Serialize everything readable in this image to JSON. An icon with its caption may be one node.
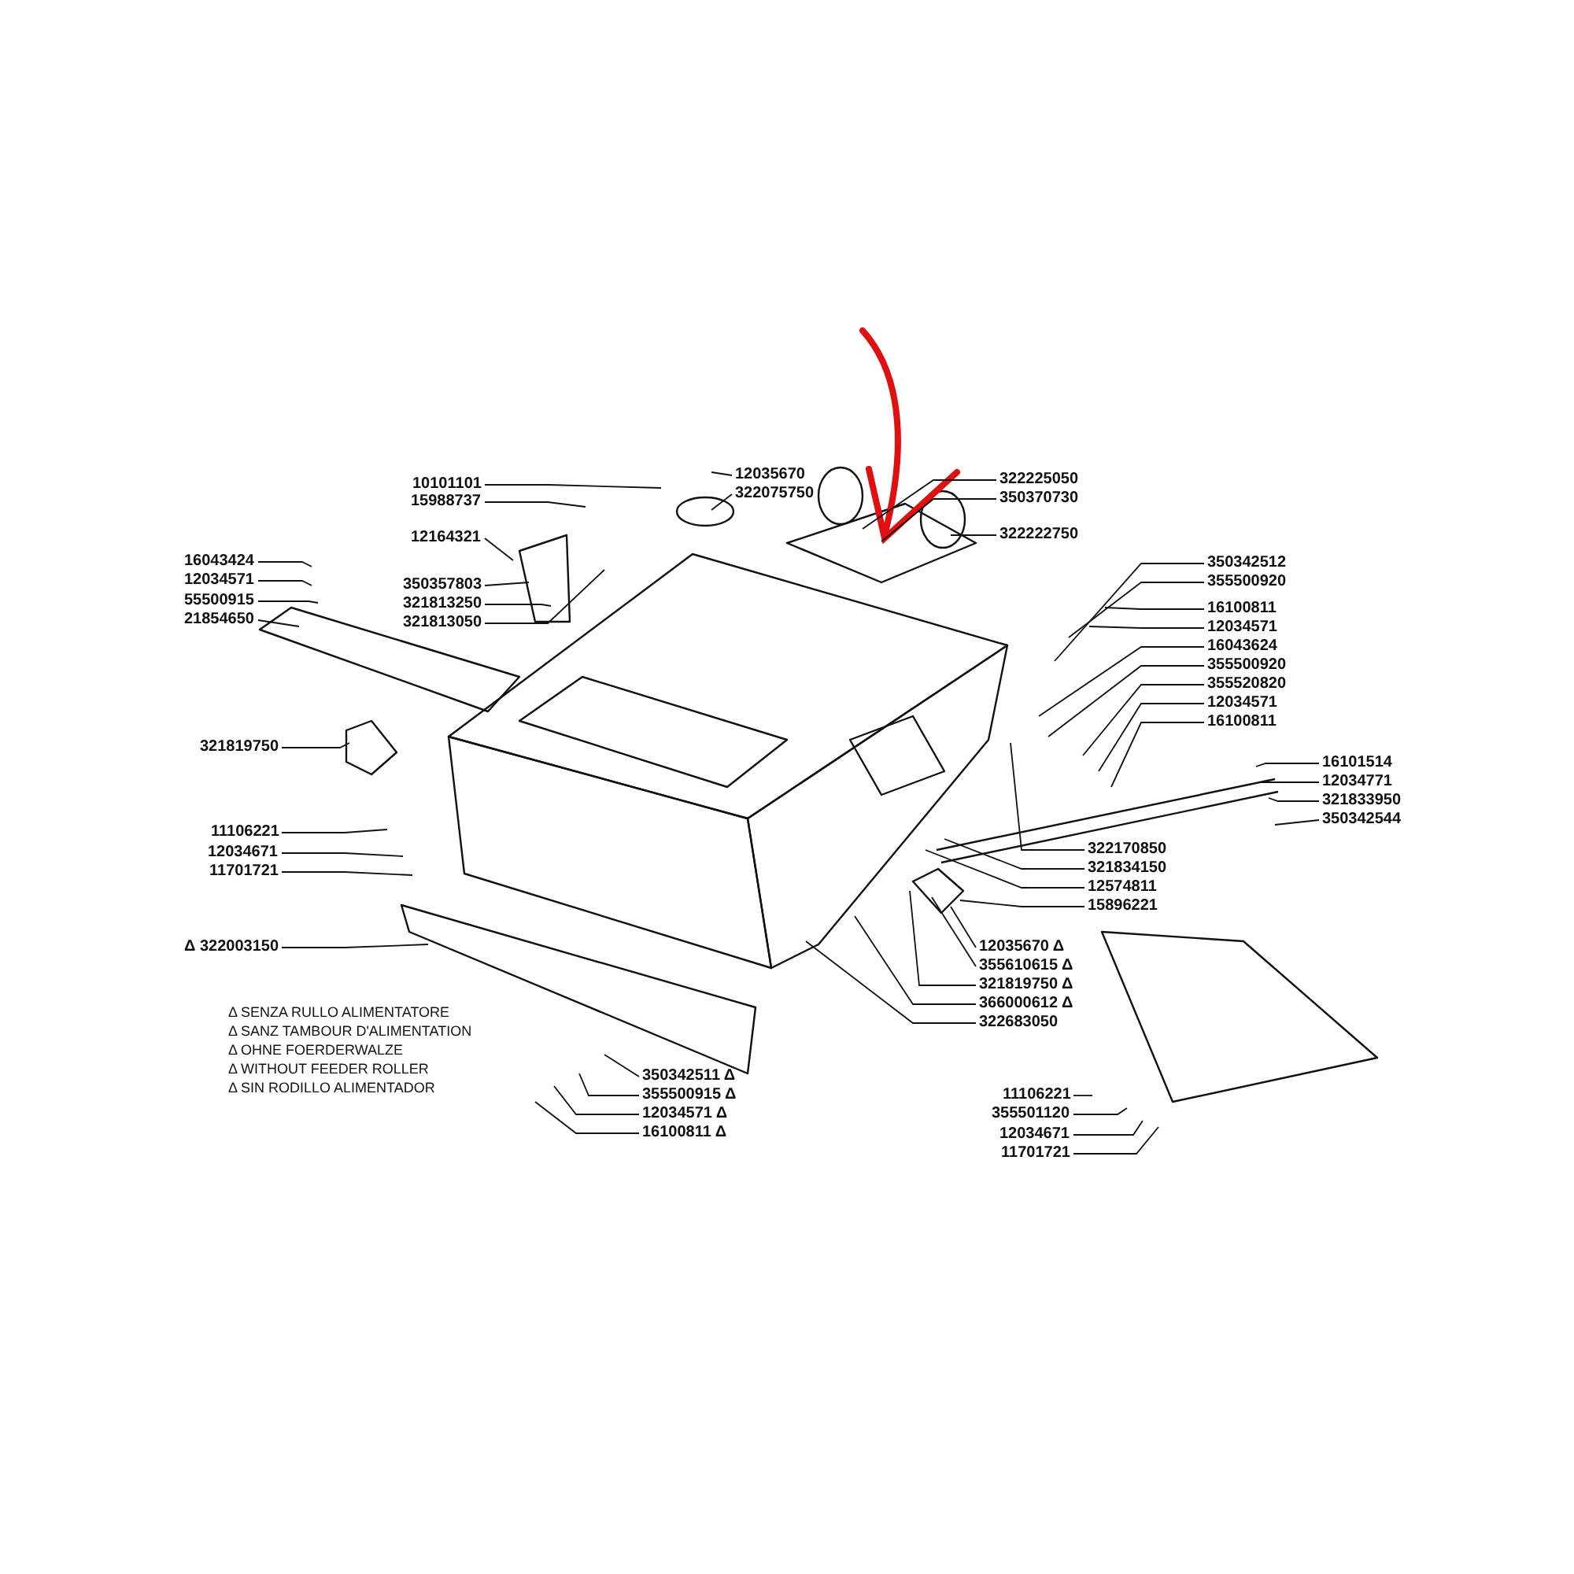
{
  "diagram": {
    "nodes": [
      {
        "text": [
          "10101101"
        ]
      },
      {
        "text": [
          "15988737"
        ]
      },
      {
        "text": [
          "12164321"
        ]
      },
      {
        "text": [
          "350357803"
        ]
      },
      {
        "text": [
          "321813250"
        ]
      },
      {
        "text": [
          "321813050"
        ]
      },
      {
        "text": [
          "16043424"
        ]
      },
      {
        "text": [
          "12034571"
        ]
      },
      {
        "text": [
          "55500915"
        ]
      },
      {
        "text": [
          "21854650"
        ]
      },
      {
        "text": [
          "12035670"
        ]
      },
      {
        "text": [
          "322075750"
        ]
      },
      {
        "text": [
          "322225050"
        ]
      },
      {
        "text": [
          "350370730"
        ]
      },
      {
        "text": [
          "322222750"
        ]
      },
      {
        "text": [
          "350342512"
        ]
      },
      {
        "text": [
          "355500920"
        ]
      },
      {
        "text": [
          "16100811"
        ]
      },
      {
        "text": [
          "12034571"
        ]
      },
      {
        "text": [
          "16043624"
        ]
      },
      {
        "text": [
          "355500920"
        ]
      },
      {
        "text": [
          "355520820"
        ]
      },
      {
        "text": [
          "12034571"
        ]
      },
      {
        "text": [
          "16100811"
        ]
      },
      {
        "text": [
          "16101514"
        ]
      },
      {
        "text": [
          "12034771"
        ]
      },
      {
        "text": [
          "321833950"
        ]
      },
      {
        "text": [
          "350342544"
        ]
      },
      {
        "text": [
          "322170850"
        ]
      },
      {
        "text": [
          "321834150"
        ]
      },
      {
        "text": [
          "12574811"
        ]
      },
      {
        "text": [
          "15896221"
        ]
      },
      {
        "text": [
          "12035670 Δ"
        ]
      },
      {
        "text": [
          "355610615 Δ"
        ]
      },
      {
        "text": [
          "321819750 Δ"
        ]
      },
      {
        "text": [
          "366000612 Δ"
        ]
      },
      {
        "text": [
          "322683050"
        ]
      },
      {
        "text": [
          "321819750"
        ]
      },
      {
        "text": [
          "11106221"
        ]
      },
      {
        "text": [
          "12034671"
        ]
      },
      {
        "text": [
          "11701721"
        ]
      },
      {
        "text": [
          "Δ 322003150"
        ]
      },
      {
        "text": [
          "350342511 Δ"
        ]
      },
      {
        "text": [
          "355500915 Δ"
        ]
      },
      {
        "text": [
          "12034571 Δ"
        ]
      },
      {
        "text": [
          "16100811 Δ"
        ]
      },
      {
        "text": [
          "11106221"
        ]
      },
      {
        "text": [
          "355501120"
        ]
      },
      {
        "text": [
          "12034671"
        ]
      },
      {
        "text": [
          "11701721"
        ]
      }
    ],
    "edges": [
      {
        "from": 0,
        "to": null,
        "arrow": "none"
      },
      {
        "from": 1,
        "to": null,
        "arrow": "none"
      },
      {
        "from": 2,
        "to": null,
        "arrow": "none"
      },
      {
        "from": 3,
        "to": null,
        "arrow": "none"
      },
      {
        "from": 4,
        "to": null,
        "arrow": "none"
      },
      {
        "from": 5,
        "to": null,
        "arrow": "none"
      },
      {
        "from": 6,
        "to": null,
        "arrow": "none"
      },
      {
        "from": 7,
        "to": null,
        "arrow": "none"
      },
      {
        "from": 8,
        "to": null,
        "arrow": "none"
      },
      {
        "from": 9,
        "to": null,
        "arrow": "none"
      },
      {
        "from": 10,
        "to": null,
        "arrow": "none"
      },
      {
        "from": 11,
        "to": null,
        "arrow": "none"
      },
      {
        "from": 12,
        "to": null,
        "arrow": "none"
      },
      {
        "from": 13,
        "to": null,
        "arrow": "none"
      },
      {
        "from": 14,
        "to": null,
        "arrow": "none"
      },
      {
        "from": 15,
        "to": null,
        "arrow": "none"
      },
      {
        "from": 16,
        "to": null,
        "arrow": "none"
      },
      {
        "from": 17,
        "to": null,
        "arrow": "none"
      },
      {
        "from": 18,
        "to": null,
        "arrow": "none"
      },
      {
        "from": 19,
        "to": null,
        "arrow": "none"
      },
      {
        "from": 20,
        "to": null,
        "arrow": "none"
      },
      {
        "from": 21,
        "to": null,
        "arrow": "none"
      },
      {
        "from": 22,
        "to": null,
        "arrow": "none"
      },
      {
        "from": 23,
        "to": null,
        "arrow": "none"
      },
      {
        "from": 24,
        "to": null,
        "arrow": "none"
      },
      {
        "from": 25,
        "to": null,
        "arrow": "none"
      },
      {
        "from": 26,
        "to": null,
        "arrow": "none"
      },
      {
        "from": 27,
        "to": null,
        "arrow": "none"
      },
      {
        "from": 28,
        "to": null,
        "arrow": "none"
      },
      {
        "from": 29,
        "to": null,
        "arrow": "none"
      },
      {
        "from": 30,
        "to": null,
        "arrow": "none"
      },
      {
        "from": 31,
        "to": null,
        "arrow": "none"
      },
      {
        "from": 32,
        "to": null,
        "arrow": "none"
      },
      {
        "from": 33,
        "to": null,
        "arrow": "none"
      },
      {
        "from": 34,
        "to": null,
        "arrow": "none"
      },
      {
        "from": 35,
        "to": null,
        "arrow": "none"
      },
      {
        "from": 36,
        "to": null,
        "arrow": "none"
      },
      {
        "from": 37,
        "to": null,
        "arrow": "none"
      },
      {
        "from": 38,
        "to": null,
        "arrow": "none"
      },
      {
        "from": 39,
        "to": null,
        "arrow": "none"
      },
      {
        "from": 40,
        "to": null,
        "arrow": "none"
      },
      {
        "from": 41,
        "to": null,
        "arrow": "none"
      },
      {
        "from": 42,
        "to": null,
        "arrow": "none"
      },
      {
        "from": 43,
        "to": null,
        "arrow": "none"
      },
      {
        "from": 44,
        "to": null,
        "arrow": "none"
      },
      {
        "from": 45,
        "to": null,
        "arrow": "none"
      },
      {
        "from": 46,
        "to": null,
        "arrow": "none"
      },
      {
        "from": 47,
        "to": null,
        "arrow": "none"
      },
      {
        "from": 48,
        "to": null,
        "arrow": "none"
      },
      {
        "from": 49,
        "to": null,
        "arrow": "none"
      }
    ],
    "labels": [
      "Δ SENZA RULLO ALIMENTATORE",
      "Δ SANZ TAMBOUR D'ALIMENTATION",
      "Δ OHNE FOERDERWALZE",
      "Δ WITHOUT FEEDER ROLLER",
      "Δ SIN RODILLO ALIMENTADOR"
    ]
  }
}
